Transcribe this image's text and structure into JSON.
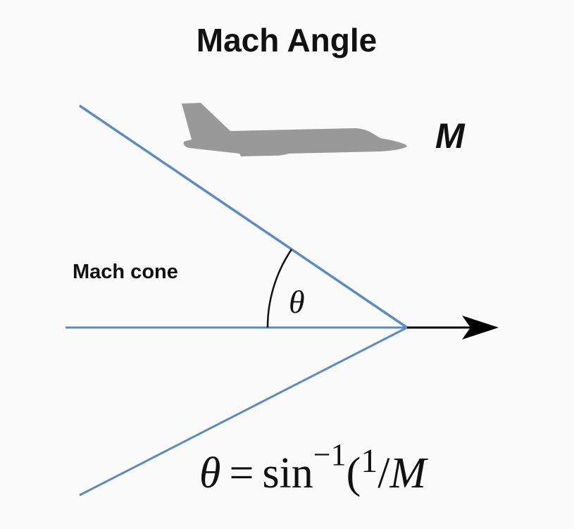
{
  "title": "Mach Angle",
  "mach_number_label": "M",
  "mach_cone_label": "Mach cone",
  "angle_label": "θ",
  "formula": {
    "lhs": "θ",
    "equals": "=",
    "func": "sin",
    "exponent": "−1",
    "open_paren": "(",
    "numerator": "1",
    "slash": "/",
    "denominator": "M"
  },
  "colors": {
    "cone_line": "#5b8bbf",
    "aircraft": "#999999",
    "arrow": "#000000"
  }
}
